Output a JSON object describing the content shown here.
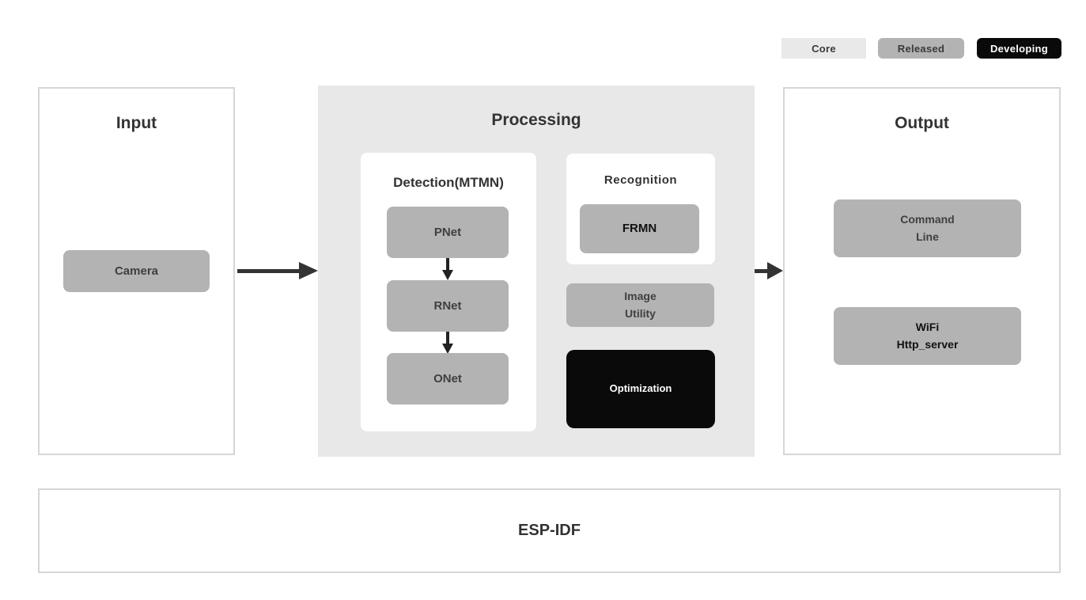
{
  "legend": {
    "items": [
      {
        "label": "Core",
        "bg": "#e9e9e9",
        "fg": "#3a3a3a"
      },
      {
        "label": "Released",
        "bg": "#b3b3b3",
        "fg": "#3a3a3a"
      },
      {
        "label": "Developing",
        "bg": "#0a0a0a",
        "fg": "#ffffff"
      }
    ]
  },
  "panels": {
    "input": {
      "title": "Input"
    },
    "processing": {
      "title": "Processing"
    },
    "output": {
      "title": "Output"
    },
    "foundation": {
      "title": "ESP-IDF"
    }
  },
  "blocks": {
    "camera": {
      "label": "Camera"
    },
    "detection": {
      "title": "Detection(MTMN)",
      "pnet": "PNet",
      "rnet": "RNet",
      "onet": "ONet"
    },
    "recognition": {
      "title": "Recognition",
      "frmn": "FRMN"
    },
    "image_utility": {
      "line1": "Image",
      "line2": "Utility"
    },
    "optimization": {
      "label": "Optimization"
    },
    "command_line": {
      "line1": "Command",
      "line2": "Line"
    },
    "wifi_http_server": {
      "line1": "WiFi",
      "line2": "Http_server"
    }
  },
  "colors": {
    "core_bg": "#e9e9e9",
    "released_bg": "#b3b3b3",
    "developing_bg": "#0a0a0a",
    "processing_bg": "#e8e8e8",
    "component_bg": "#b3b3b3",
    "panel_border": "#d6d6d6",
    "arrow": "#333333",
    "text_dark": "#3a3a3a"
  }
}
